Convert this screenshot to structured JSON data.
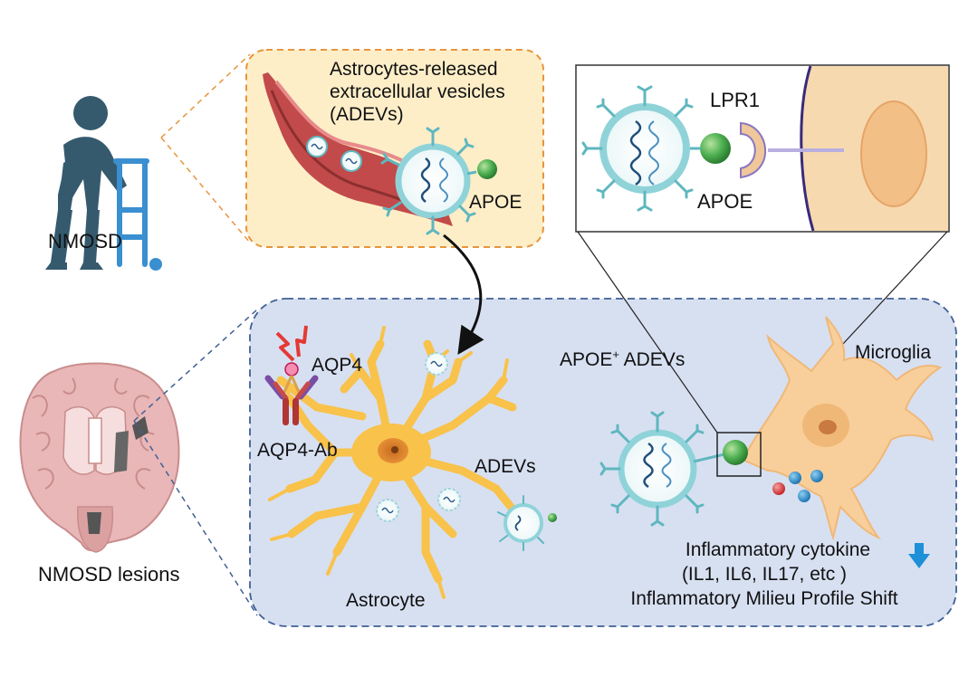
{
  "patient_label": "NMOSD",
  "lesions_label": "NMOSD lesions",
  "vessel_title": [
    "Astrocytes-released",
    "extracellular vesicles",
    "(ADEVs)"
  ],
  "apoe_label": "APOE",
  "inset_apoe_label": "APOE",
  "inset_receptor_label": "LPR1",
  "aqp4_label": "AQP4",
  "aqp4ab_label": "AQP4-Ab",
  "astrocyte_label": "Astrocyte",
  "adevs_label": "ADEVs",
  "apoe_adevs_label": "APOE",
  "apoe_adevs_superscript": "+",
  "apoe_adevs_suffix": " ADEVs",
  "microglia_label": "Microglia",
  "cytokine_lines": [
    "Inflammatory cytokine",
    "(IL1, IL6, IL17, etc )",
    "Inflammatory Milieu Profile Shift"
  ],
  "colors": {
    "panel_blue": "#d7e0f1",
    "panel_blue_border": "#3f5f95",
    "vessel_panel": "#fdeec8",
    "vessel_border": "#e8953c",
    "vessel_red": "#c24a4a",
    "astrocyte": "#f8c24b",
    "microglia": "#f8cf9b",
    "vesicle_teal": "#5fb7bf",
    "apoe_green": "#4caf50",
    "patient": "#355a6e",
    "walker": "#3a8fd0",
    "down_arrow": "#1e90d8"
  }
}
